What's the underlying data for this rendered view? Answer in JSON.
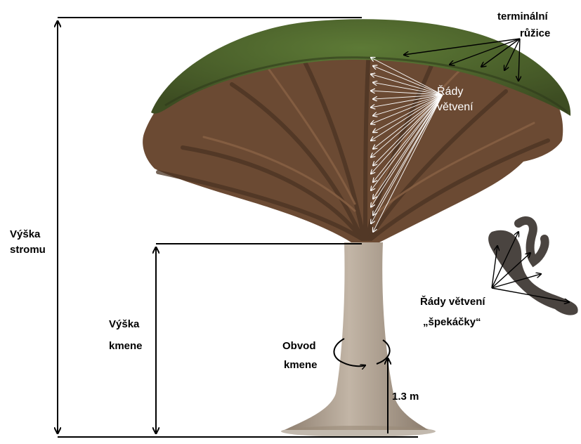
{
  "labels": {
    "tree_height": [
      "Výška",
      "stromu"
    ],
    "trunk_height": [
      "Výška",
      "kmene"
    ],
    "trunk_girth": [
      "Obvod",
      "kmene"
    ],
    "breast_height": "1.3 m",
    "terminal_rosettes": [
      "terminální",
      "růžice"
    ],
    "branching_orders": [
      "Řády",
      "větvení"
    ],
    "sausage_branching": [
      "Řády větvení",
      "„špekáčky“"
    ]
  },
  "colors": {
    "foliage": "#4a5e2c",
    "branches": "#6b4a33",
    "trunk": "#a89a8a",
    "lines": "#000000",
    "white_arrows": "#ffffff"
  }
}
